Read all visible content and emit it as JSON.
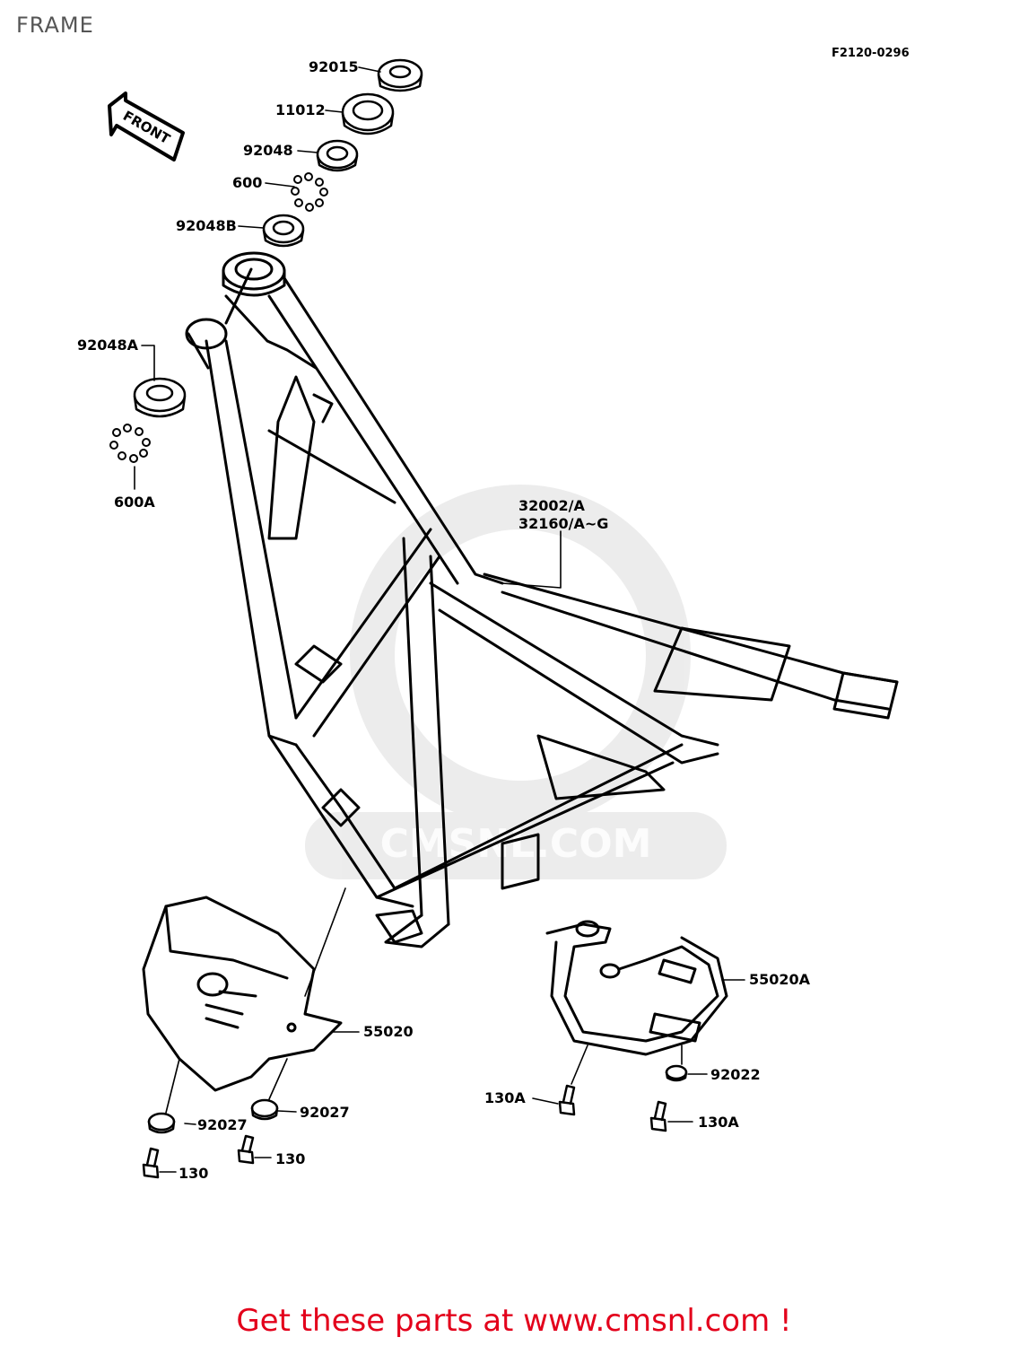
{
  "page": {
    "title": "FRAME",
    "diagram_code": "F2120-0296",
    "front_label": "FRONT",
    "watermark_text": "CMSNL.COM"
  },
  "callouts": {
    "p92015": "92015",
    "p11012": "11012",
    "p92048": "92048",
    "p600": "600",
    "p92048b": "92048B",
    "p92048a": "92048A",
    "p600a": "600A",
    "p32002": "32002/A",
    "p32160": "32160/A~G",
    "p55020": "55020",
    "p55020a": "55020A",
    "p92027_left": "92027",
    "p92027_right": "92027",
    "p92022": "92022",
    "p130_left": "130",
    "p130_right": "130",
    "p130a_left": "130A",
    "p130a_right": "130A"
  },
  "footer": {
    "link_text": "Get these parts at www.cmsnl.com !",
    "link_color": "#e3001b"
  }
}
